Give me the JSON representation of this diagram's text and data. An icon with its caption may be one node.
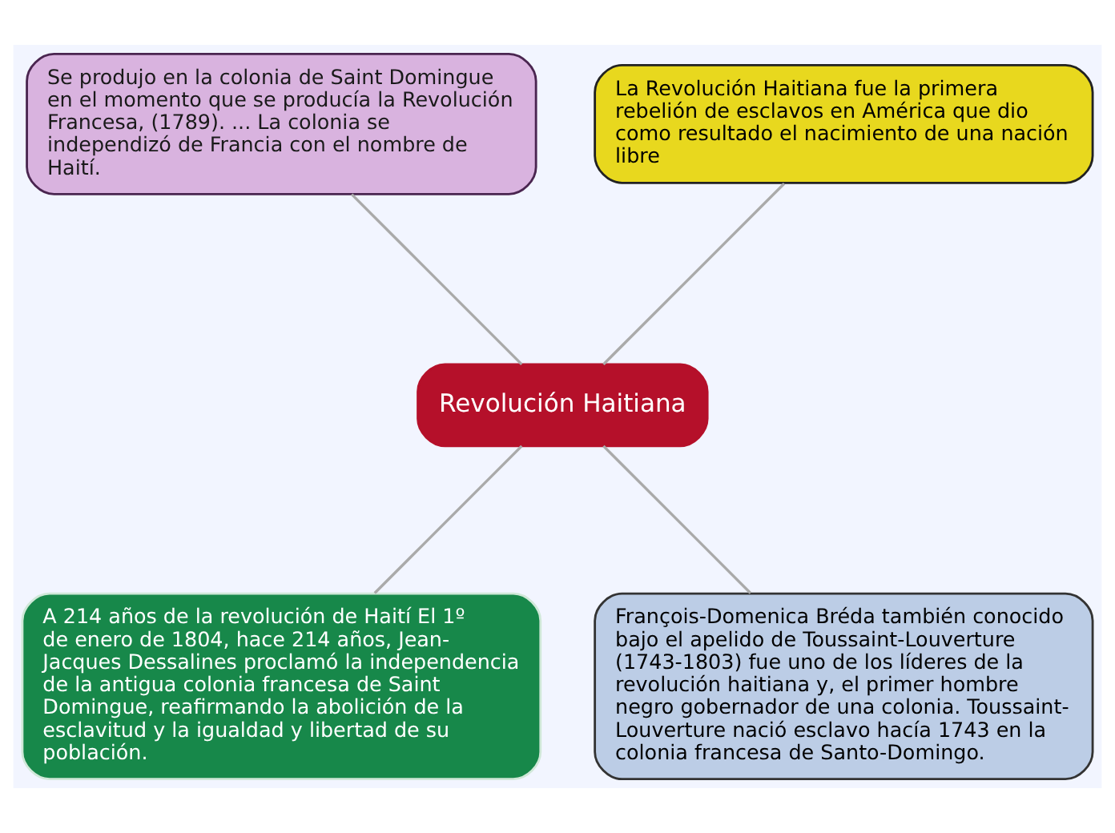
{
  "diagram": {
    "nodes": [
      {
        "text": [
          "Revolución Haitiana"
        ]
      },
      {
        "text": [
          "La Revolución Haitiana fue la primera rebelión de esclavos en América que dio como resultado el nacimiento de una nación libre"
        ]
      },
      {
        "text": [
          "Se produjo en la colonia de Saint Domingue en el momento que se producía la Revolución Francesa, (1789). ... La colonia se independizó de Francia con el nombre de Haití."
        ]
      },
      {
        "text": [
          "A 214 años de la revolución de Haití El 1º de enero de 1804, hace 214 años, Jean-Jacques Dessalines proclamó la independencia de la antigua colonia francesa de Saint Domingue, reafirmando la abolición de la esclavitud y la igualdad y libertad de su población."
        ]
      },
      {
        "text": [
          "François-Domenica Bréda también conocido bajo el apelido de Toussaint-Louverture (1743-1803) fue uno de los líderes de la revolución haitiana y, el primer hombre negro gobernador de una colonia. Toussaint-Louverture nació esclavo hacía 1743 en la colonia francesa de Santo-Domingo."
        ]
      }
    ],
    "edges": [
      {
        "from": 0,
        "to": 1,
        "arrow": "none"
      },
      {
        "from": 0,
        "to": 2,
        "arrow": "none"
      },
      {
        "from": 0,
        "to": 3,
        "arrow": "none"
      },
      {
        "from": 0,
        "to": 4,
        "arrow": "none"
      }
    ]
  }
}
